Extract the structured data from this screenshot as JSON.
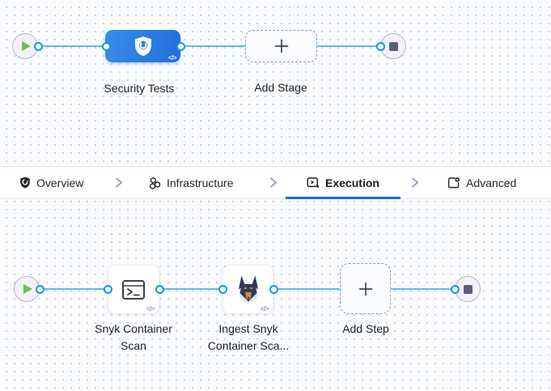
{
  "pipeline_top": {
    "stage_label": "Security Tests",
    "add_stage_label": "Add Stage",
    "code_badge": "</>"
  },
  "tab_bar": {
    "tabs": [
      {
        "label": "Overview",
        "icon": "shield-icon",
        "active": false
      },
      {
        "label": "Infrastructure",
        "icon": "hexagons-cluster-icon",
        "active": false
      },
      {
        "label": "Execution",
        "icon": "play-square-icon",
        "active": true
      },
      {
        "label": "Advanced",
        "icon": "template-gear-icon",
        "active": false
      }
    ]
  },
  "pipeline_bottom": {
    "steps": [
      {
        "label_line1": "Snyk Container",
        "label_line2": "Scan",
        "icon": "terminal-icon",
        "code_badge": "</>"
      },
      {
        "label_line1": "Ingest Snyk",
        "label_line2": "Container Sca...",
        "icon": "snyk-dog-icon",
        "code_badge": "</>"
      }
    ],
    "add_step_label": "Add Step"
  },
  "colors": {
    "accent_blue": "#1f66d3",
    "wire_blue": "#56bdf0",
    "port_ring_blue": "#0a9bdf",
    "stage_gradient_start": "#3b8de8",
    "stage_gradient_end": "#1d70d8",
    "play_green": "#6cc04e",
    "stop_slate": "#5d6078",
    "dashed_border": "#8e94a7"
  }
}
